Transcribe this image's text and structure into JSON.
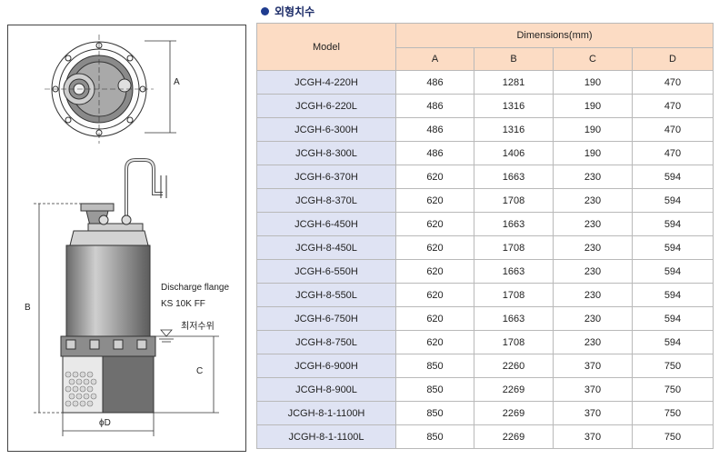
{
  "section": {
    "title": "외형치수"
  },
  "drawing": {
    "label_a": "A",
    "label_b": "B",
    "label_c": "C",
    "label_d": "ϕD",
    "discharge_line1": "Discharge flange",
    "discharge_line2": "KS 10K FF",
    "water_level": "최저수위"
  },
  "table": {
    "model_header": "Model",
    "dimensions_header": "Dimensions(mm)",
    "columns": [
      "A",
      "B",
      "C",
      "D"
    ],
    "rows": [
      {
        "model": "JCGH-4-220H",
        "a": "486",
        "b": "1281",
        "c": "190",
        "d": "470"
      },
      {
        "model": "JCGH-6-220L",
        "a": "486",
        "b": "1316",
        "c": "190",
        "d": "470"
      },
      {
        "model": "JCGH-6-300H",
        "a": "486",
        "b": "1316",
        "c": "190",
        "d": "470"
      },
      {
        "model": "JCGH-8-300L",
        "a": "486",
        "b": "1406",
        "c": "190",
        "d": "470"
      },
      {
        "model": "JCGH-6-370H",
        "a": "620",
        "b": "1663",
        "c": "230",
        "d": "594"
      },
      {
        "model": "JCGH-8-370L",
        "a": "620",
        "b": "1708",
        "c": "230",
        "d": "594"
      },
      {
        "model": "JCGH-6-450H",
        "a": "620",
        "b": "1663",
        "c": "230",
        "d": "594"
      },
      {
        "model": "JCGH-8-450L",
        "a": "620",
        "b": "1708",
        "c": "230",
        "d": "594"
      },
      {
        "model": "JCGH-6-550H",
        "a": "620",
        "b": "1663",
        "c": "230",
        "d": "594"
      },
      {
        "model": "JCGH-8-550L",
        "a": "620",
        "b": "1708",
        "c": "230",
        "d": "594"
      },
      {
        "model": "JCGH-6-750H",
        "a": "620",
        "b": "1663",
        "c": "230",
        "d": "594"
      },
      {
        "model": "JCGH-8-750L",
        "a": "620",
        "b": "1708",
        "c": "230",
        "d": "594"
      },
      {
        "model": "JCGH-6-900H",
        "a": "850",
        "b": "2260",
        "c": "370",
        "d": "750"
      },
      {
        "model": "JCGH-8-900L",
        "a": "850",
        "b": "2269",
        "c": "370",
        "d": "750"
      },
      {
        "model": "JCGH-8-1-1100H",
        "a": "850",
        "b": "2269",
        "c": "370",
        "d": "750"
      },
      {
        "model": "JCGH-8-1-1100L",
        "a": "850",
        "b": "2269",
        "c": "370",
        "d": "750"
      }
    ]
  }
}
